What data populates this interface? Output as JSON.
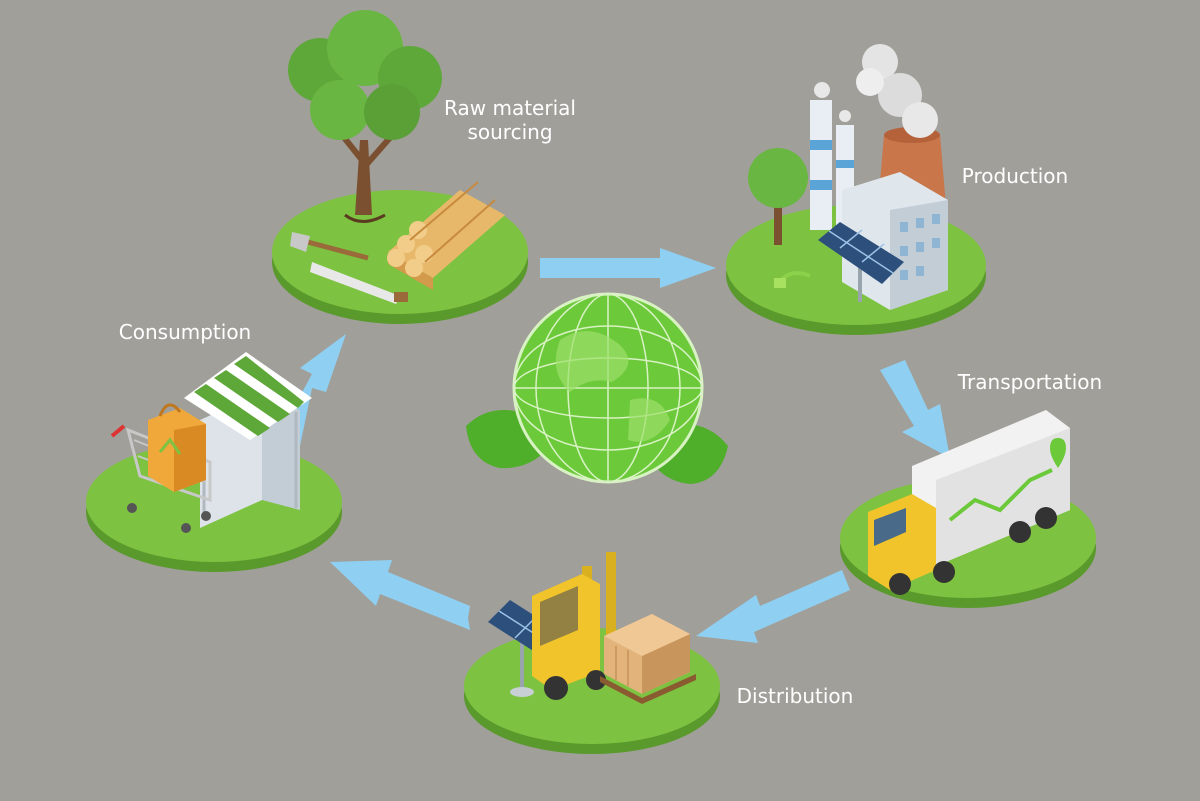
{
  "stages": {
    "raw_material": {
      "line1": "Raw material",
      "line2": "sourcing"
    },
    "production": {
      "label": "Production"
    },
    "transportation": {
      "label": "Transportation"
    },
    "distribution": {
      "label": "Distribution"
    },
    "consumption": {
      "label": "Consumption"
    }
  },
  "colors": {
    "background": "#a09f9a",
    "platform": "#7dc241",
    "platform_dark": "#5a9a2c",
    "arrow": "#8fd0f2",
    "globe": "#6bc93a",
    "leaf": "#4fae2a"
  }
}
